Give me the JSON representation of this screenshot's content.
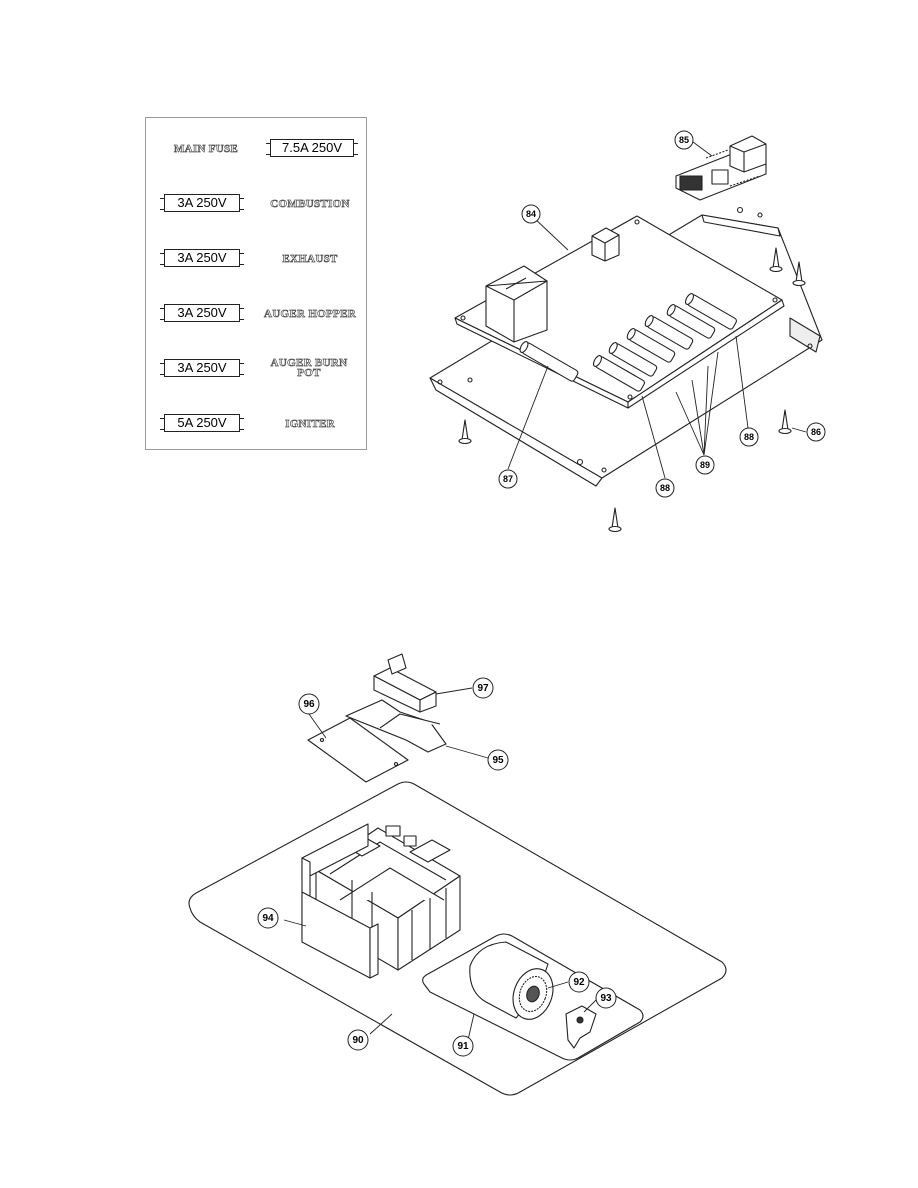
{
  "fuse_chart": {
    "rows": [
      {
        "label": "MAIN FUSE",
        "rating": "7.5A 250V"
      },
      {
        "label": "COMBUSTION",
        "rating": "3A 250V"
      },
      {
        "label": "EXHAUST",
        "rating": "3A 250V"
      },
      {
        "label": "AUGER HOPPER",
        "rating": "3A 250V"
      },
      {
        "label": "AUGER BURN POT",
        "rating": "3A 250V"
      },
      {
        "label": "IGNITER",
        "rating": "5A 250V"
      }
    ]
  },
  "callouts": {
    "c84": "84",
    "c85": "85",
    "c86": "86",
    "c87": "87",
    "c88a": "88",
    "c88b": "88",
    "c89": "89",
    "c90": "90",
    "c91": "91",
    "c92": "92",
    "c93": "93",
    "c94": "94",
    "c95": "95",
    "c96": "96",
    "c97": "97"
  }
}
